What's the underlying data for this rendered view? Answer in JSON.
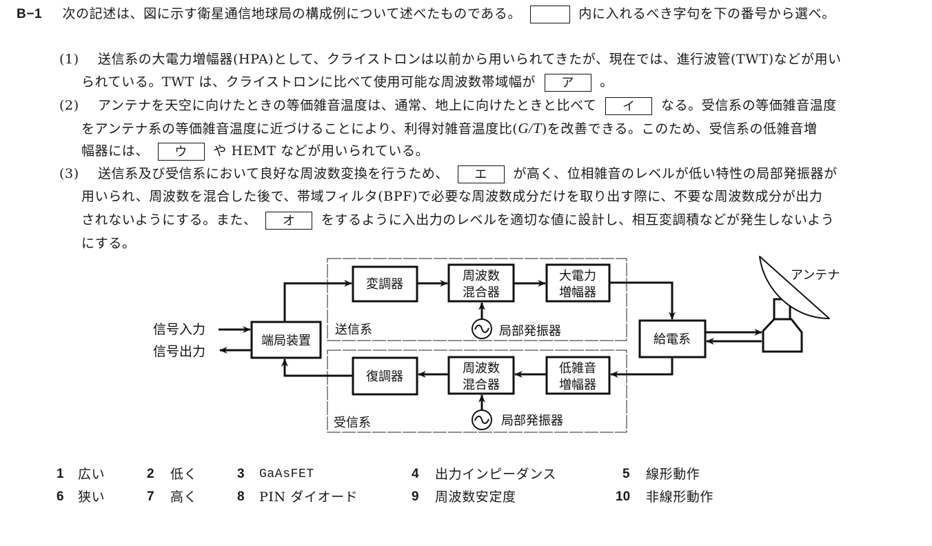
{
  "question": {
    "id": "B−1",
    "stem_before": "次の記述は、図に示す衛星通信地球局の構成例について述べたものである。",
    "stem_after": "内に入れるべき字句を下の番号から選べ。"
  },
  "items": [
    {
      "num": "(1)",
      "l1": "送信系の大電力増幅器(HPA)として、クライストロンは以前から用いられてきたが、現在では、進行波管(TWT)などが用い",
      "l2a": "られている。TWT は、クライストロンに比べて使用可能な周波数帯域幅が",
      "blank": "ア",
      "l2b": "。"
    },
    {
      "num": "(2)",
      "l1a": "アンテナを天空に向けたときの等価雑音温度は、通常、地上に向けたときと比べて",
      "blank1": "イ",
      "l1b": "なる。受信系の等価雑音温度",
      "l2a": "をアンテナ系の等価雑音温度に近づけることにより、利得対雑音温度比(",
      "l2math": "G/T",
      "l2b": ")を改善できる。このため、受信系の低雑音増",
      "l3a": "幅器には、",
      "blank2": "ウ",
      "l3b": "や HEMT などが用いられている。"
    },
    {
      "num": "(3)",
      "l1a": "送信系及び受信系において良好な周波数変換を行うため、",
      "blank1": "エ",
      "l1b": "が高く、位相雑音のレベルが低い特性の局部発振器が",
      "l2": "用いられ、周波数を混合した後で、帯域フィルタ(BPF)で必要な周波数成分だけを取り出す際に、不要な周波数成分が出力",
      "l3a": "されないようにする。また、",
      "blank2": "オ",
      "l3b": "をするように入出力のレベルを適切な値に設計し、相互変調積などが発生しないよう",
      "l4": "にする。"
    }
  ],
  "diagram": {
    "signal_in": "信号入力",
    "signal_out": "信号出力",
    "terminal": "端局装置",
    "tx_group": "送信系",
    "rx_group": "受信系",
    "modulator": "変調器",
    "demodulator": "復調器",
    "mixer_l1": "周波数",
    "mixer_l2": "混合器",
    "hpa_l1": "大電力",
    "hpa_l2": "増幅器",
    "lna_l1": "低雑音",
    "lna_l2": "増幅器",
    "local_osc": "局部発振器",
    "feed": "給電系",
    "antenna": "アンテナ",
    "osc_symbol": "~"
  },
  "choices": [
    {
      "num": "1",
      "text": "広い"
    },
    {
      "num": "2",
      "text": "低く"
    },
    {
      "num": "3",
      "text": "GaAsFET"
    },
    {
      "num": "4",
      "text": "出力インピーダンス"
    },
    {
      "num": "5",
      "text": "線形動作"
    },
    {
      "num": "6",
      "text": "狭い"
    },
    {
      "num": "7",
      "text": "高く"
    },
    {
      "num": "8",
      "text": "PIN ダイオード"
    },
    {
      "num": "9",
      "text": "周波数安定度"
    },
    {
      "num": "10",
      "text": "非線形動作"
    }
  ]
}
